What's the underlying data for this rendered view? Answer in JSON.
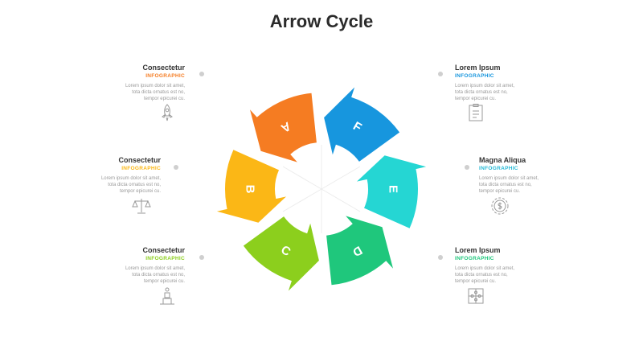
{
  "title": "Arrow Cycle",
  "segments": [
    {
      "letter": "A",
      "color": "#f57c22"
    },
    {
      "letter": "B",
      "color": "#fbb716"
    },
    {
      "letter": "C",
      "color": "#8ccf1d"
    },
    {
      "letter": "D",
      "color": "#1fc77c"
    },
    {
      "letter": "E",
      "color": "#25d6d3"
    },
    {
      "letter": "F",
      "color": "#1796de"
    }
  ],
  "blocks": [
    {
      "title": "Consectetur",
      "subtitle": "INFOGRAPHIC",
      "color": "#f57c22",
      "text": [
        "Lorem ipsum dolor sit amet,",
        "tota dicta ornatus est no,",
        "tempor epicurei cu."
      ],
      "icon": "rocket-icon"
    },
    {
      "title": "Consectetur",
      "subtitle": "INFOGRAPHIC",
      "color": "#fbb716",
      "text": [
        "Lorem ipsum dolor sit amet,",
        "tota dicta ornatus est no,",
        "tempor epicurei cu."
      ],
      "icon": "scales-icon"
    },
    {
      "title": "Consectetur",
      "subtitle": "INFOGRAPHIC",
      "color": "#8ccf1d",
      "text": [
        "Lorem ipsum dolor sit amet,",
        "tota dicta ornatus est no,",
        "tempor epicurei cu."
      ],
      "icon": "person-podium-icon"
    },
    {
      "title": "Lorem Ipsum",
      "subtitle": "INFOGRAPHIC",
      "color": "#1796de",
      "text": [
        "Lorem ipsum dolor sit amet,",
        "tota dicta ornatus est no,",
        "tempor epicurei cu."
      ],
      "icon": "clipboard-icon"
    },
    {
      "title": "Magna Aliqua",
      "subtitle": "INFOGRAPHIC",
      "color": "#25b9d6",
      "text": [
        "Lorem ipsum dolor sit amet,",
        "tota dicta ornatus est no,",
        "tempor epicurei cu."
      ],
      "icon": "gear-dollar-icon"
    },
    {
      "title": "Lorem Ipsum",
      "subtitle": "INFOGRAPHIC",
      "color": "#1fc77c",
      "text": [
        "Lorem ipsum dolor sit amet,",
        "tota dicta ornatus est no,",
        "tempor epicurei cu."
      ],
      "icon": "puzzle-icon"
    }
  ]
}
